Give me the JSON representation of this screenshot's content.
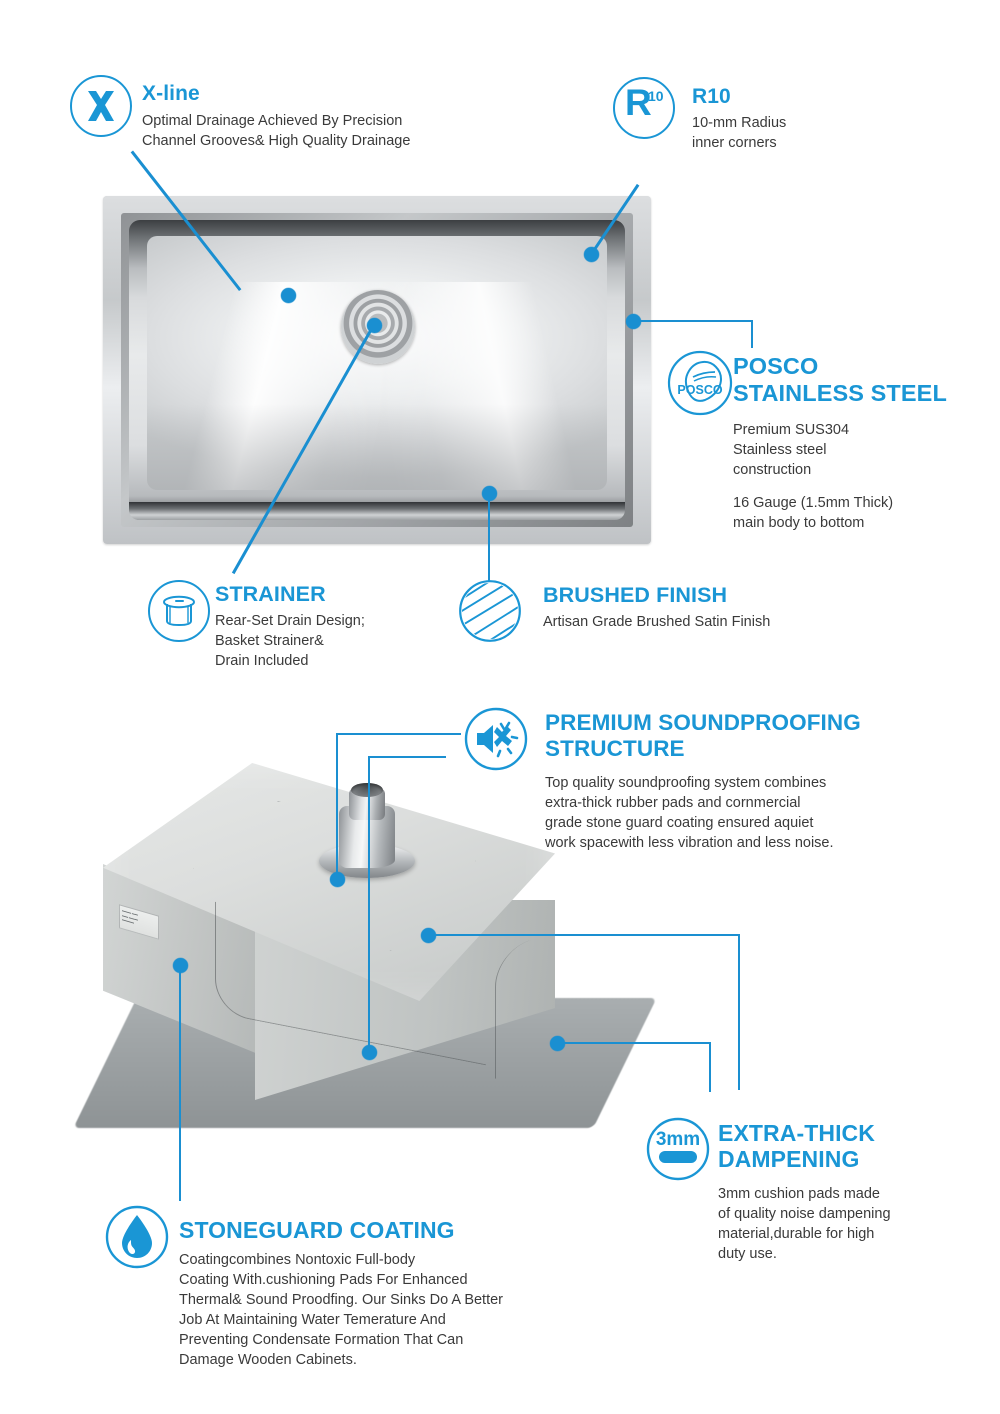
{
  "brand_color": "#1a96d5",
  "line_color": "#1a8fd1",
  "product": {
    "top_image_alt": "stainless-steel-undermount-sink-top-view",
    "bottom_image_alt": "sink-underside-with-stoneguard-coating"
  },
  "callouts": {
    "xline": {
      "icon": "x-letter-icon",
      "icon_glyph": "X",
      "title": "X-line",
      "body": "Optimal Drainage Achieved By Precision\nChannel Grooves& High Quality Drainage"
    },
    "r10": {
      "icon": "r10-radius-icon",
      "icon_glyph": "R",
      "icon_superscript": "10",
      "title": "R10",
      "body": "10-mm Radius\ninner corners"
    },
    "posco": {
      "icon": "posco-logo-icon",
      "icon_text": "POSCO",
      "title": "POSCO\nSTAINLESS STEEL",
      "body1": "Premium SUS304\nStainless steel\nconstruction",
      "body2": "16 Gauge (1.5mm Thick)\nmain body to bottom"
    },
    "strainer": {
      "icon": "basket-strainer-icon",
      "title": "STRAINER",
      "body": "Rear-Set Drain Design;\nBasket Strainer&\nDrain Included"
    },
    "brushed": {
      "icon": "brushed-finish-icon",
      "title": "BRUSHED FINISH",
      "body": "Artisan Grade Brushed Satin Finish"
    },
    "soundproofing": {
      "icon": "mute-speaker-icon",
      "title": "PREMIUM SOUNDPROOFING\nSTRUCTURE",
      "body": "Top quality soundproofing system combines\nextra-thick rubber pads and cornmercial\ngrade stone guard coating ensured aquiet\nwork spacewith less vibration and less noise."
    },
    "dampening": {
      "icon": "3mm-pad-icon",
      "icon_text": "3mm",
      "title": "EXTRA-THICK\nDAMPENING",
      "body": "3mm cushion pads made\nof quality noise dampening\nmaterial,durable for high\nduty use."
    },
    "stoneguard": {
      "icon": "water-drop-icon",
      "title": "STONEGUARD COATING",
      "body": "Coatingcombines Nontoxic Full-body\nCoating With.cushioning Pads For Enhanced\nThermal& Sound Proodfing. Our Sinks Do A Better\nJob At Maintaining Water Temerature And\nPreventing Condensate Formation That Can\nDamage Wooden Cabinets."
    }
  }
}
